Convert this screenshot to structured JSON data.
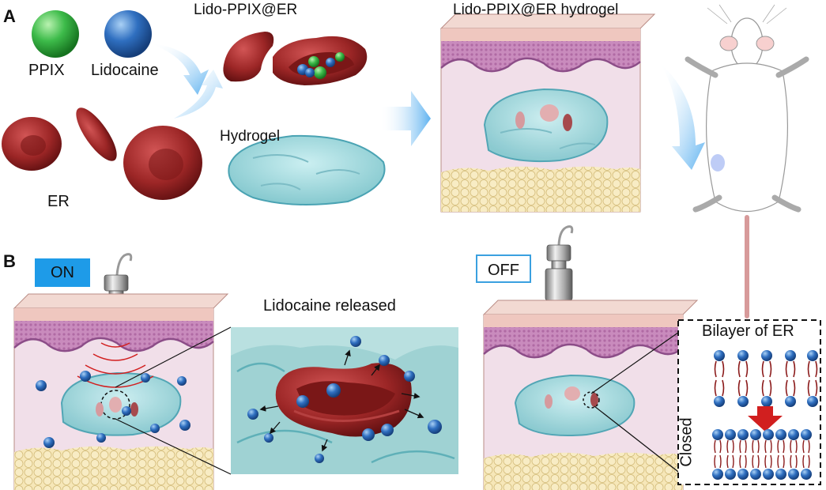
{
  "panels": {
    "a": "A",
    "b": "B"
  },
  "legend": {
    "ppix": "PPIX",
    "lidocaine": "Lidocaine",
    "er": "ER"
  },
  "labels": {
    "lido_ppix_er": "Lido-PPIX@ER",
    "hydrogel": "Hydrogel",
    "lido_ppix_er_hydrogel": "Lido-PPIX@ER hydrogel",
    "lidocaine_released": "Lidocaine released",
    "bilayer": "Bilayer of ER",
    "closed": "Closed"
  },
  "buttons": {
    "on": "ON",
    "off": "OFF"
  },
  "colors": {
    "ppix": "#3dbb4a",
    "lidocaine": "#2f6fc0",
    "er": "#9c2626",
    "hydrogel": "#9fd7dc",
    "dermis": "#ecd6e8",
    "epidermis": "#c77fb9",
    "fat": "#f2e0a8",
    "arrow": "#7ec4f2",
    "switch_on": "#1e9be8"
  }
}
